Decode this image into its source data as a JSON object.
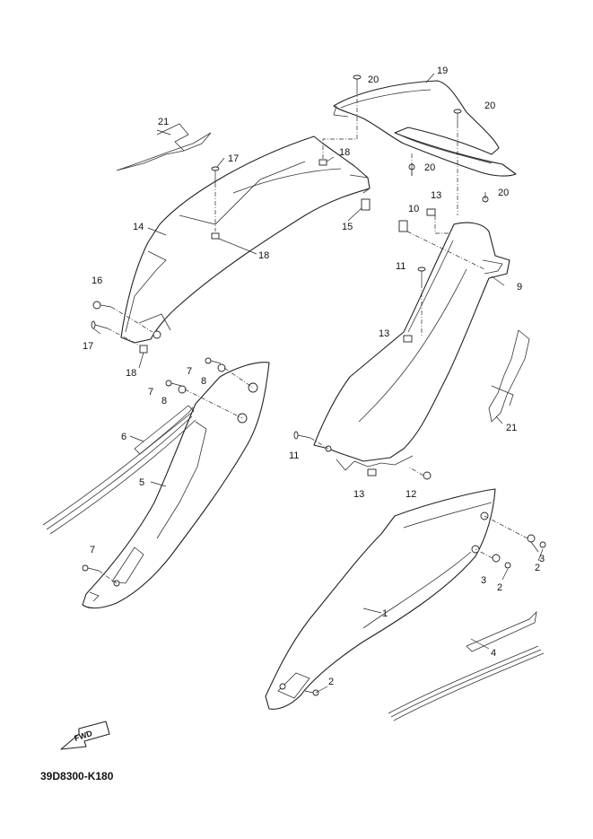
{
  "diagram_code": "39D8300-K180",
  "fwd_label": "FWD",
  "callouts": [
    {
      "id": "c1",
      "label": "1"
    },
    {
      "id": "c2a",
      "label": "2"
    },
    {
      "id": "c2b",
      "label": "2"
    },
    {
      "id": "c2c",
      "label": "2"
    },
    {
      "id": "c3a",
      "label": "3"
    },
    {
      "id": "c3b",
      "label": "3"
    },
    {
      "id": "c4",
      "label": "4"
    },
    {
      "id": "c5",
      "label": "5"
    },
    {
      "id": "c6",
      "label": "6"
    },
    {
      "id": "c7a",
      "label": "7"
    },
    {
      "id": "c7b",
      "label": "7"
    },
    {
      "id": "c7c",
      "label": "7"
    },
    {
      "id": "c8a",
      "label": "8"
    },
    {
      "id": "c8b",
      "label": "8"
    },
    {
      "id": "c9",
      "label": "9"
    },
    {
      "id": "c10",
      "label": "10"
    },
    {
      "id": "c11a",
      "label": "11"
    },
    {
      "id": "c11b",
      "label": "11"
    },
    {
      "id": "c12",
      "label": "12"
    },
    {
      "id": "c13a",
      "label": "13"
    },
    {
      "id": "c13b",
      "label": "13"
    },
    {
      "id": "c13c",
      "label": "13"
    },
    {
      "id": "c14",
      "label": "14"
    },
    {
      "id": "c15",
      "label": "15"
    },
    {
      "id": "c16",
      "label": "16"
    },
    {
      "id": "c17a",
      "label": "17"
    },
    {
      "id": "c17b",
      "label": "17"
    },
    {
      "id": "c18a",
      "label": "18"
    },
    {
      "id": "c18b",
      "label": "18"
    },
    {
      "id": "c18c",
      "label": "18"
    },
    {
      "id": "c19",
      "label": "19"
    },
    {
      "id": "c20a",
      "label": "20"
    },
    {
      "id": "c20b",
      "label": "20"
    },
    {
      "id": "c20c",
      "label": "20"
    },
    {
      "id": "c20d",
      "label": "20"
    },
    {
      "id": "c21a",
      "label": "21"
    },
    {
      "id": "c21b",
      "label": "21"
    }
  ]
}
